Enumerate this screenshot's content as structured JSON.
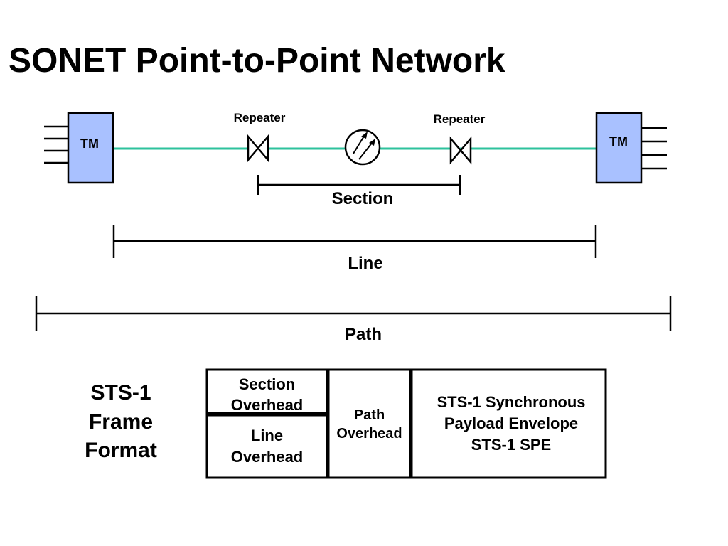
{
  "title": "SONET Point-to-Point Network",
  "network": {
    "terminal_left": "TM",
    "terminal_right": "TM",
    "repeater_left": "Repeater",
    "repeater_right": "Repeater",
    "fiber_color": "#2ec29c",
    "terminal_fill": "#a9c1ff"
  },
  "spans": {
    "section": "Section",
    "line": "Line",
    "path": "Path"
  },
  "frame": {
    "caption_line1": "STS-1",
    "caption_line2": "Frame",
    "caption_line3": "Format",
    "section_overhead_1": "Section",
    "section_overhead_2": "Overhead",
    "line_overhead_1": "Line",
    "line_overhead_2": "Overhead",
    "path_overhead_1": "Path",
    "path_overhead_2": "Overhead",
    "spe_1": "STS-1 Synchronous",
    "spe_2": "Payload Envelope",
    "spe_3": "STS-1 SPE"
  }
}
